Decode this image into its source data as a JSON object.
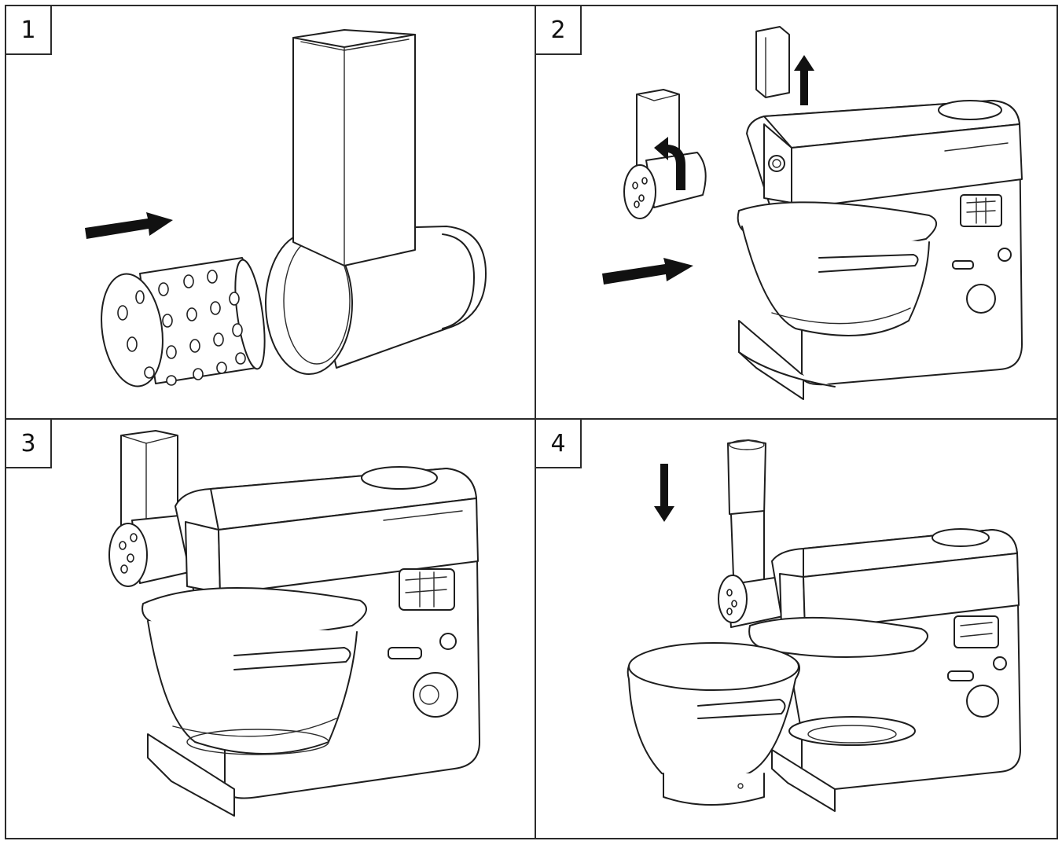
{
  "steps": [
    {
      "label": "1"
    },
    {
      "label": "2"
    },
    {
      "label": "3"
    },
    {
      "label": "4"
    }
  ],
  "colors": {
    "line": "#1e1e1e",
    "background": "#ffffff",
    "arrow": "#111111"
  },
  "icons": [
    "arrow-right-icon",
    "arrow-up-icon",
    "curved-arrow-icon",
    "arrow-down-icon"
  ]
}
